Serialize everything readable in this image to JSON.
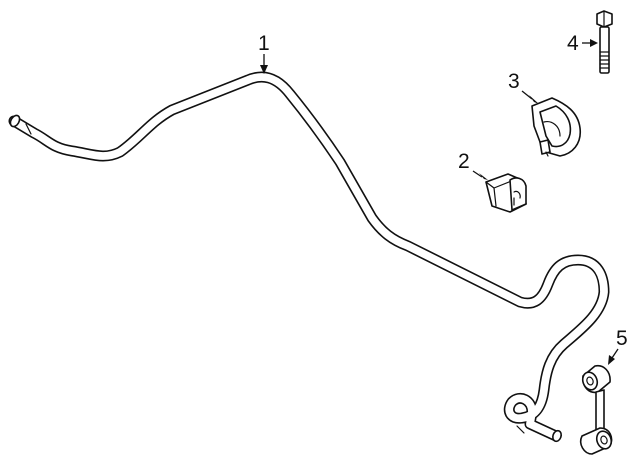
{
  "diagram": {
    "callouts": [
      {
        "id": "1",
        "label": "1",
        "part": "stabilizer-bar"
      },
      {
        "id": "2",
        "label": "2",
        "part": "bushing"
      },
      {
        "id": "3",
        "label": "3",
        "part": "bushing-bracket"
      },
      {
        "id": "4",
        "label": "4",
        "part": "bracket-bolt"
      },
      {
        "id": "5",
        "label": "5",
        "part": "stabilizer-link"
      }
    ]
  }
}
